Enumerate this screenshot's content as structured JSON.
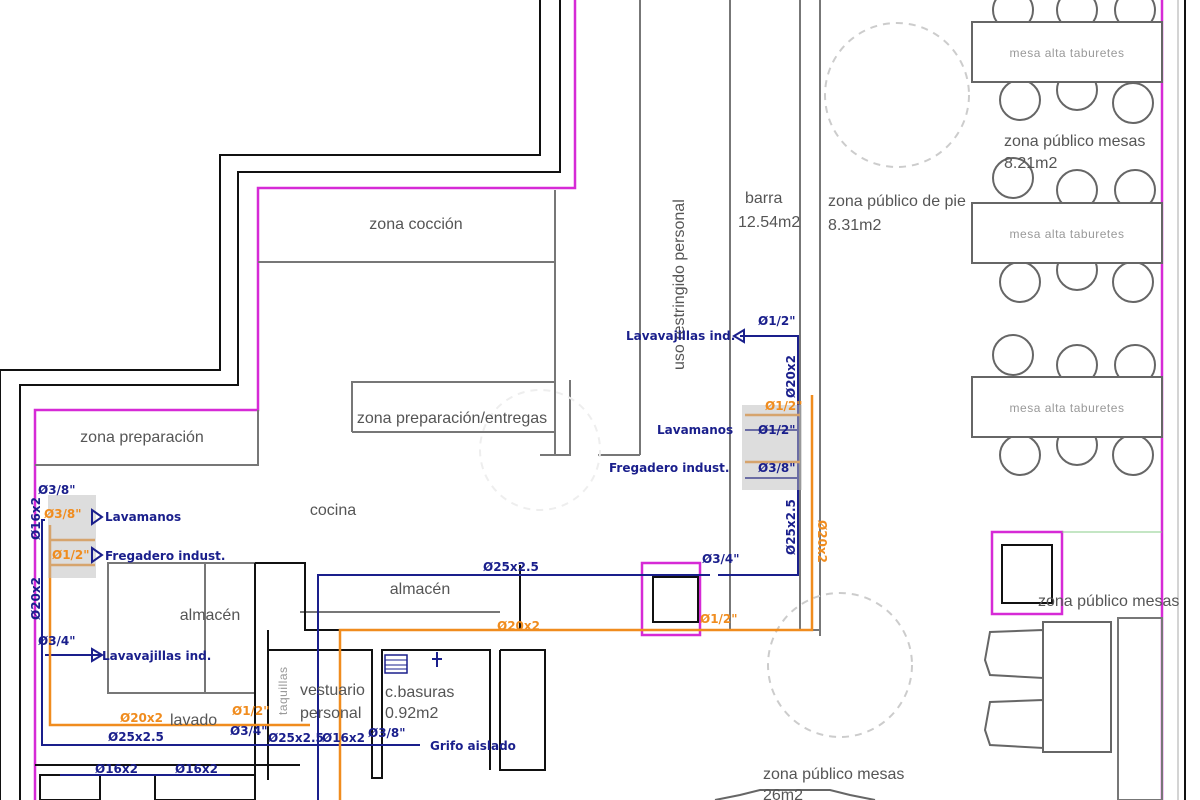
{
  "rooms": {
    "zona_coccion": "zona cocción",
    "zona_preparacion_entregas": "zona preparación/entregas",
    "zona_preparacion": "zona preparación",
    "cocina": "cocina",
    "almacen_1": "almacén",
    "almacen_2": "almacén",
    "lavado": "lavado",
    "vestuario_1": "vestuario",
    "vestuario_2": "personal",
    "basuras_1": "c.basuras",
    "basuras_2": "0.92m2",
    "taquillas": "taquillas",
    "uso_restringido": "uso restringido personal",
    "barra": "barra",
    "barra_area": "12.54m2",
    "publico_pie": "zona público de pie",
    "publico_pie_area": "8.31m2",
    "publico_mesas_top": "zona público mesas",
    "publico_mesas_top_area": "8.21m2",
    "publico_mesas_right": "zona público mesas",
    "publico_mesas_bottom": "zona público mesas",
    "publico_mesas_bottom_area": "26m2"
  },
  "tables": [
    "mesa alta taburetes",
    "mesa alta taburetes",
    "mesa alta taburetes"
  ],
  "fixtures": {
    "lavavajillas_right": "Lavavajillas ind.",
    "lavamanos_right": "Lavamanos",
    "fregadero_right": "Fregadero indust.",
    "lavamanos_left": "Lavamanos",
    "fregadero_left": "Fregadero indust.",
    "lavavajillas_left": "Lavavajillas ind.",
    "grifo": "Grifo aislado"
  },
  "pipes": {
    "d12_a": "Ø1/2\"",
    "d12_b": "Ø1/2\"",
    "d38_a": "Ø3/8\"",
    "d12_or_a": "Ø1/2\"",
    "d20x2_v": "Ø20x2",
    "d25x25_v": "Ø25x2.5",
    "d20x2_or_v": "Ø20x2",
    "d34_a": "Ø3/4\"",
    "d12_or_b": "Ø1/2\"",
    "d25x25_h": "Ø25x2.5",
    "d20x2_or_h": "Ø20x2",
    "d38_left": "Ø3/8\"",
    "d38_left_or": "Ø3/8\"",
    "d12_left_or": "Ø1/2\"",
    "d16x2_left": "Ø16x2",
    "d20x2_left": "Ø20x2",
    "d34_left": "Ø3/4\"",
    "d20x2_or_low": "Ø20x2",
    "d25x25_low": "Ø25x2.5",
    "d12_low_or": "Ø1/2\"",
    "d34_low": "Ø3/4\"",
    "d25x25_low2": "Ø25x2.5",
    "d16x2_low": "Ø16x2",
    "d38_low": "Ø3/8\"",
    "d16x2_b1": "Ø16x2",
    "d16x2_b2": "Ø16x2"
  },
  "colors": {
    "cold_water": "#1a1f8c",
    "hot_water": "#f08c1e",
    "boundary": "#d62ad6"
  }
}
